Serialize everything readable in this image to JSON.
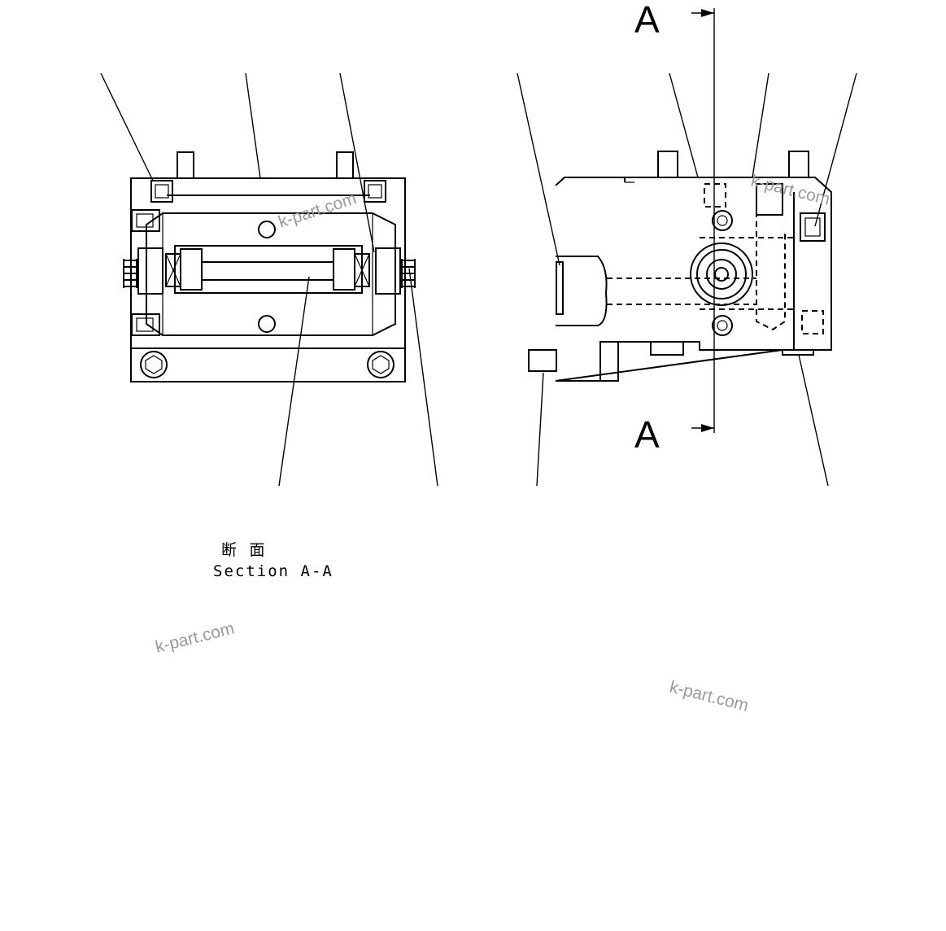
{
  "section_title_jp": "断 面",
  "section_title_en": "Section A-A",
  "section_marker_top": "A",
  "section_marker_bottom": "A",
  "watermarks": [
    "k-part.com",
    "k-part.com",
    "k-part.com",
    "k-part.com"
  ],
  "colors": {
    "line": "#000000",
    "watermark": "#999999",
    "background": "#ffffff"
  }
}
